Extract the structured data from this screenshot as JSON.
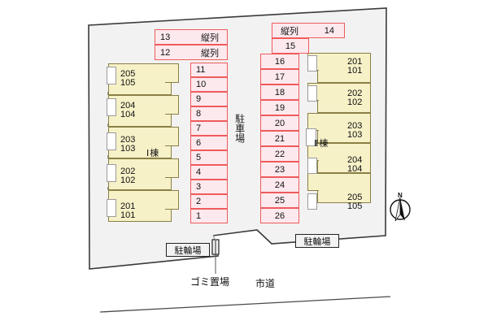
{
  "map": {
    "title": "apartment-site-plan",
    "colors": {
      "site_fill": "#f2f2f2",
      "stall_fill": "#fce9ee",
      "stall_border": "#ef5b5b",
      "building_fill": "#f7f1c8",
      "building_border": "#8a7f44",
      "stair_fill": "#ffffff",
      "stair_border": "#9b9b9b",
      "outline": "#3a3a3a"
    }
  },
  "labels": {
    "parking_area": "駐車場",
    "tandem": "縦列",
    "road": "市道",
    "garbage": "ゴミ置場",
    "bicycle_left": "駐輪場",
    "bicycle_right": "駐輪場",
    "building_1": "Ⅰ棟",
    "building_2": "Ⅱ棟",
    "compass": "N"
  },
  "stalls_top_left": [
    {
      "num": "13",
      "tate": "縦列"
    },
    {
      "num": "12",
      "tate": "縦列"
    }
  ],
  "stalls_left_column": [
    {
      "num": "11"
    },
    {
      "num": "10"
    },
    {
      "num": "9"
    },
    {
      "num": "8"
    },
    {
      "num": "7"
    },
    {
      "num": "6"
    },
    {
      "num": "5"
    },
    {
      "num": "4"
    },
    {
      "num": "3"
    },
    {
      "num": "2"
    },
    {
      "num": "1"
    }
  ],
  "stalls_top_right": [
    {
      "num": "14",
      "tate": "縦列"
    },
    {
      "num": "15"
    }
  ],
  "stalls_right_column": [
    {
      "num": "16"
    },
    {
      "num": "17"
    },
    {
      "num": "18"
    },
    {
      "num": "19"
    },
    {
      "num": "20"
    },
    {
      "num": "21"
    },
    {
      "num": "22"
    },
    {
      "num": "23"
    },
    {
      "num": "24"
    },
    {
      "num": "25"
    },
    {
      "num": "26"
    }
  ],
  "building_1_units": [
    {
      "upper": "205",
      "lower": "105"
    },
    {
      "upper": "204",
      "lower": "104"
    },
    {
      "upper": "203",
      "lower": "103"
    },
    {
      "upper": "202",
      "lower": "102"
    },
    {
      "upper": "201",
      "lower": "101"
    }
  ],
  "building_2_units": [
    {
      "upper": "201",
      "lower": "101"
    },
    {
      "upper": "202",
      "lower": "102"
    },
    {
      "upper": "203",
      "lower": "103"
    },
    {
      "upper": "204",
      "lower": "104"
    },
    {
      "upper": "205",
      "lower": "105"
    }
  ]
}
